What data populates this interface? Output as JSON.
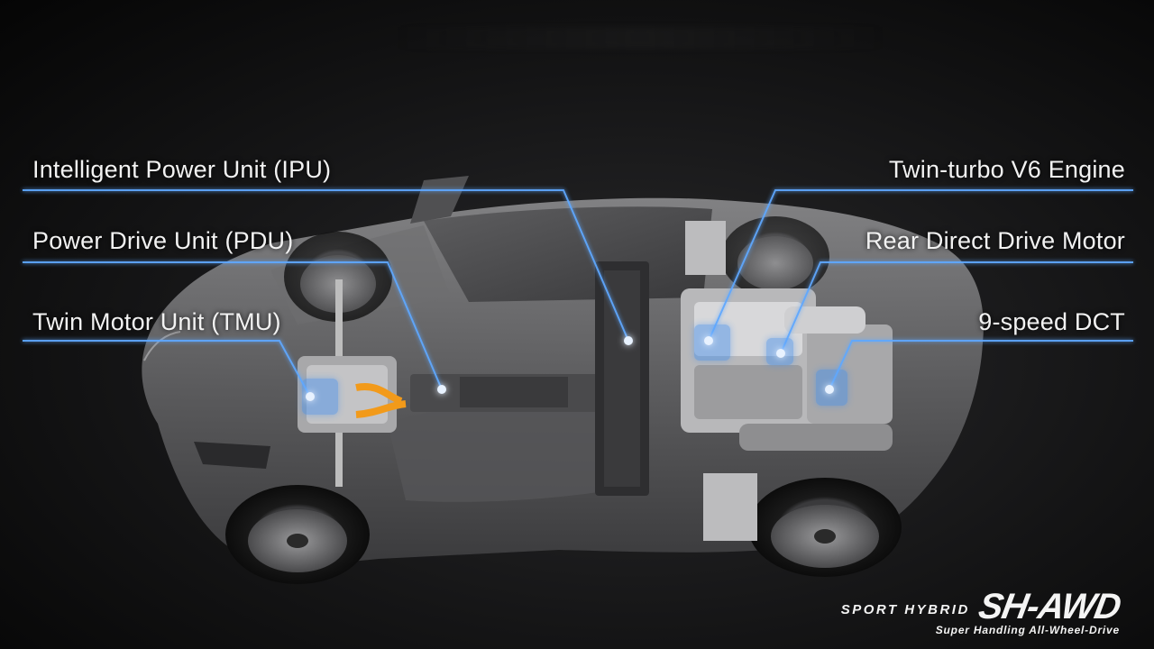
{
  "labels": {
    "ipu": "Intelligent Power Unit (IPU)",
    "pdu": "Power Drive Unit (PDU)",
    "tmu": "Twin Motor Unit (TMU)",
    "v6": "Twin-turbo V6 Engine",
    "rddm": "Rear Direct Drive Motor",
    "dct": "9-speed DCT"
  },
  "logo": {
    "sport": "SPORT HYBRID",
    "main": "SH-AWD",
    "tagline": "Super Handling All-Wheel-Drive"
  },
  "colors": {
    "leader_line": "#5fa8ff",
    "glow": "#2f7fe0",
    "car_body": "#6b6b6d",
    "background": "#111112"
  },
  "icons": [
    "callout-dot-icon"
  ]
}
